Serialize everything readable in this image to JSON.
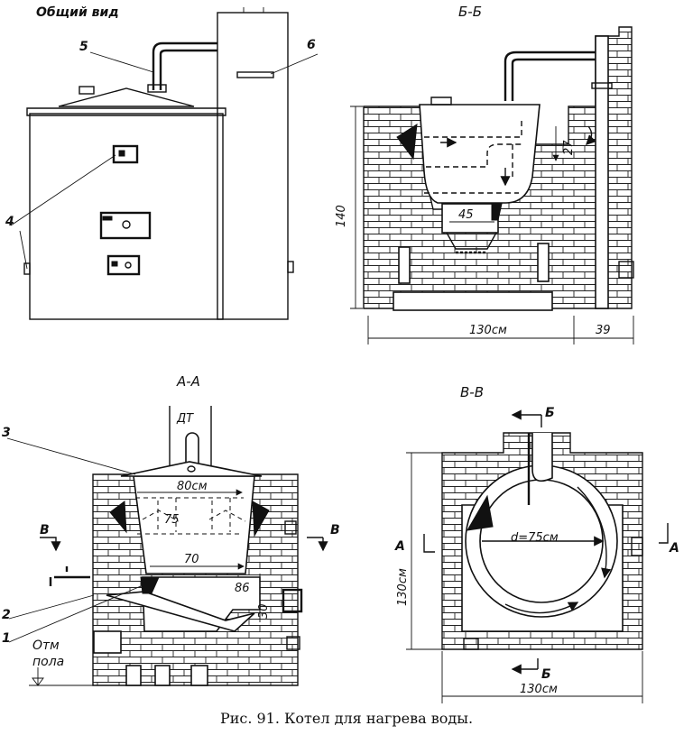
{
  "views": {
    "general": {
      "title": "Общий вид"
    },
    "section_bb": {
      "title": "Б-Б"
    },
    "section_aa": {
      "title": "А-А"
    },
    "section_vv": {
      "title": "В-В"
    }
  },
  "labels": {
    "n1": "1",
    "n2": "2",
    "n3": "3",
    "n4": "4",
    "n5": "5",
    "n6": "6",
    "dt": "ДТ",
    "floor_level_1": "Отм",
    "floor_level_2": "пола",
    "cut_v_left": "В",
    "cut_v_right": "В",
    "cut_a_left": "А",
    "cut_a_right": "А",
    "cut_b_top": "Б",
    "cut_b_bottom": "Б"
  },
  "dimensions": {
    "bb_height": "140",
    "bb_width": "130см",
    "bb_chimney": "39",
    "bb_gap": "27",
    "bb_grate": "45",
    "aa_top": "80см",
    "aa_inner": "75",
    "aa_bottom": "70",
    "aa_86": "86",
    "aa_30": "30",
    "vv_diameter": "d=75см",
    "vv_height": "130см",
    "vv_width": "130см"
  },
  "caption": "Рис. 91. Котел для нагрева воды."
}
